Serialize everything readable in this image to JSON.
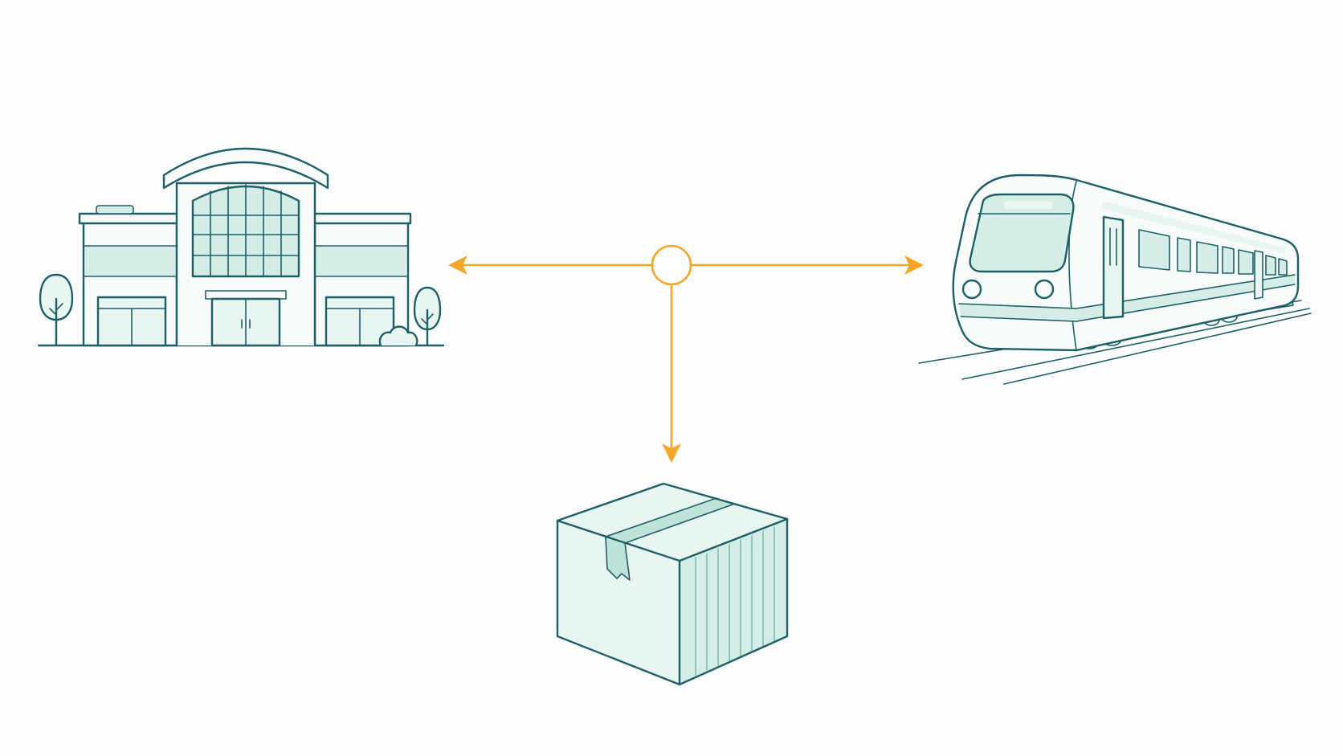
{
  "icons": {
    "building": "storefront-building-icon",
    "train": "passenger-train-icon",
    "box": "cardboard-box-icon",
    "hub": "hub-circle-node"
  },
  "colors": {
    "background": "#fdfdfd",
    "line": "#1f5f66",
    "fill": "#d4ede6",
    "fill_light": "#e8f5f1",
    "arrow": "#f4a62a"
  },
  "connections": [
    {
      "from": "hub",
      "to": "building",
      "direction": "left"
    },
    {
      "from": "hub",
      "to": "train",
      "direction": "right"
    },
    {
      "from": "hub",
      "to": "box",
      "direction": "down"
    }
  ]
}
